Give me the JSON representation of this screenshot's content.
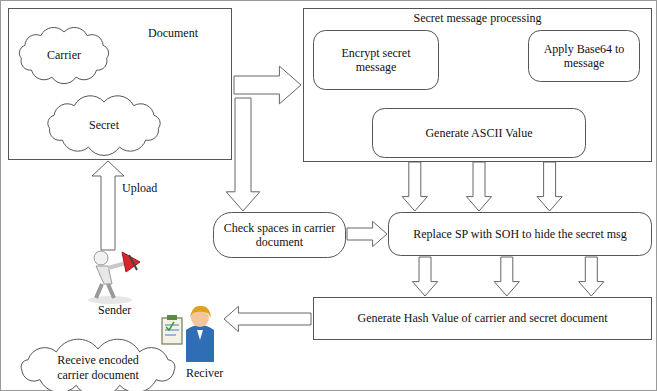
{
  "diagram": {
    "nodes": [
      {
        "text": [
          "Document"
        ]
      },
      {
        "text": [
          "Carrier"
        ],
        "in": 0
      },
      {
        "text": [
          "Secret"
        ],
        "in": 0
      },
      {
        "text": [
          "Secret message processing"
        ]
      },
      {
        "text": [
          "Encrypt secret message"
        ],
        "in": 3
      },
      {
        "text": [
          "Apply Base64 to message"
        ],
        "in": 3
      },
      {
        "text": [
          "Generate ASCII Value"
        ],
        "in": 3
      },
      {
        "text": [
          "Check spaces in carrier document"
        ]
      },
      {
        "text": [
          "Replace SP with SOH to hide the secret msg"
        ]
      },
      {
        "text": [
          "Generate Hash Value of carrier and secret document"
        ]
      },
      {
        "text": [
          "Receive encoded carrier document"
        ]
      }
    ],
    "edges": [
      {
        "from": 0,
        "to": 3,
        "arrow": "to"
      },
      {
        "from": 0,
        "to": 7,
        "arrow": "to"
      },
      {
        "from": 4,
        "to": 5,
        "arrow": "to"
      },
      {
        "from": 5,
        "to": 6,
        "arrow": "to"
      },
      {
        "from": 6,
        "to": 8,
        "arrow": "to"
      },
      {
        "from": 7,
        "to": 8,
        "arrow": "to"
      },
      {
        "from": 8,
        "to": 9,
        "arrow": "to"
      },
      {
        "from": 9,
        "to": 10,
        "arrow": "to"
      }
    ],
    "labels": [
      "Upload",
      "Sender",
      "Reciver"
    ]
  }
}
